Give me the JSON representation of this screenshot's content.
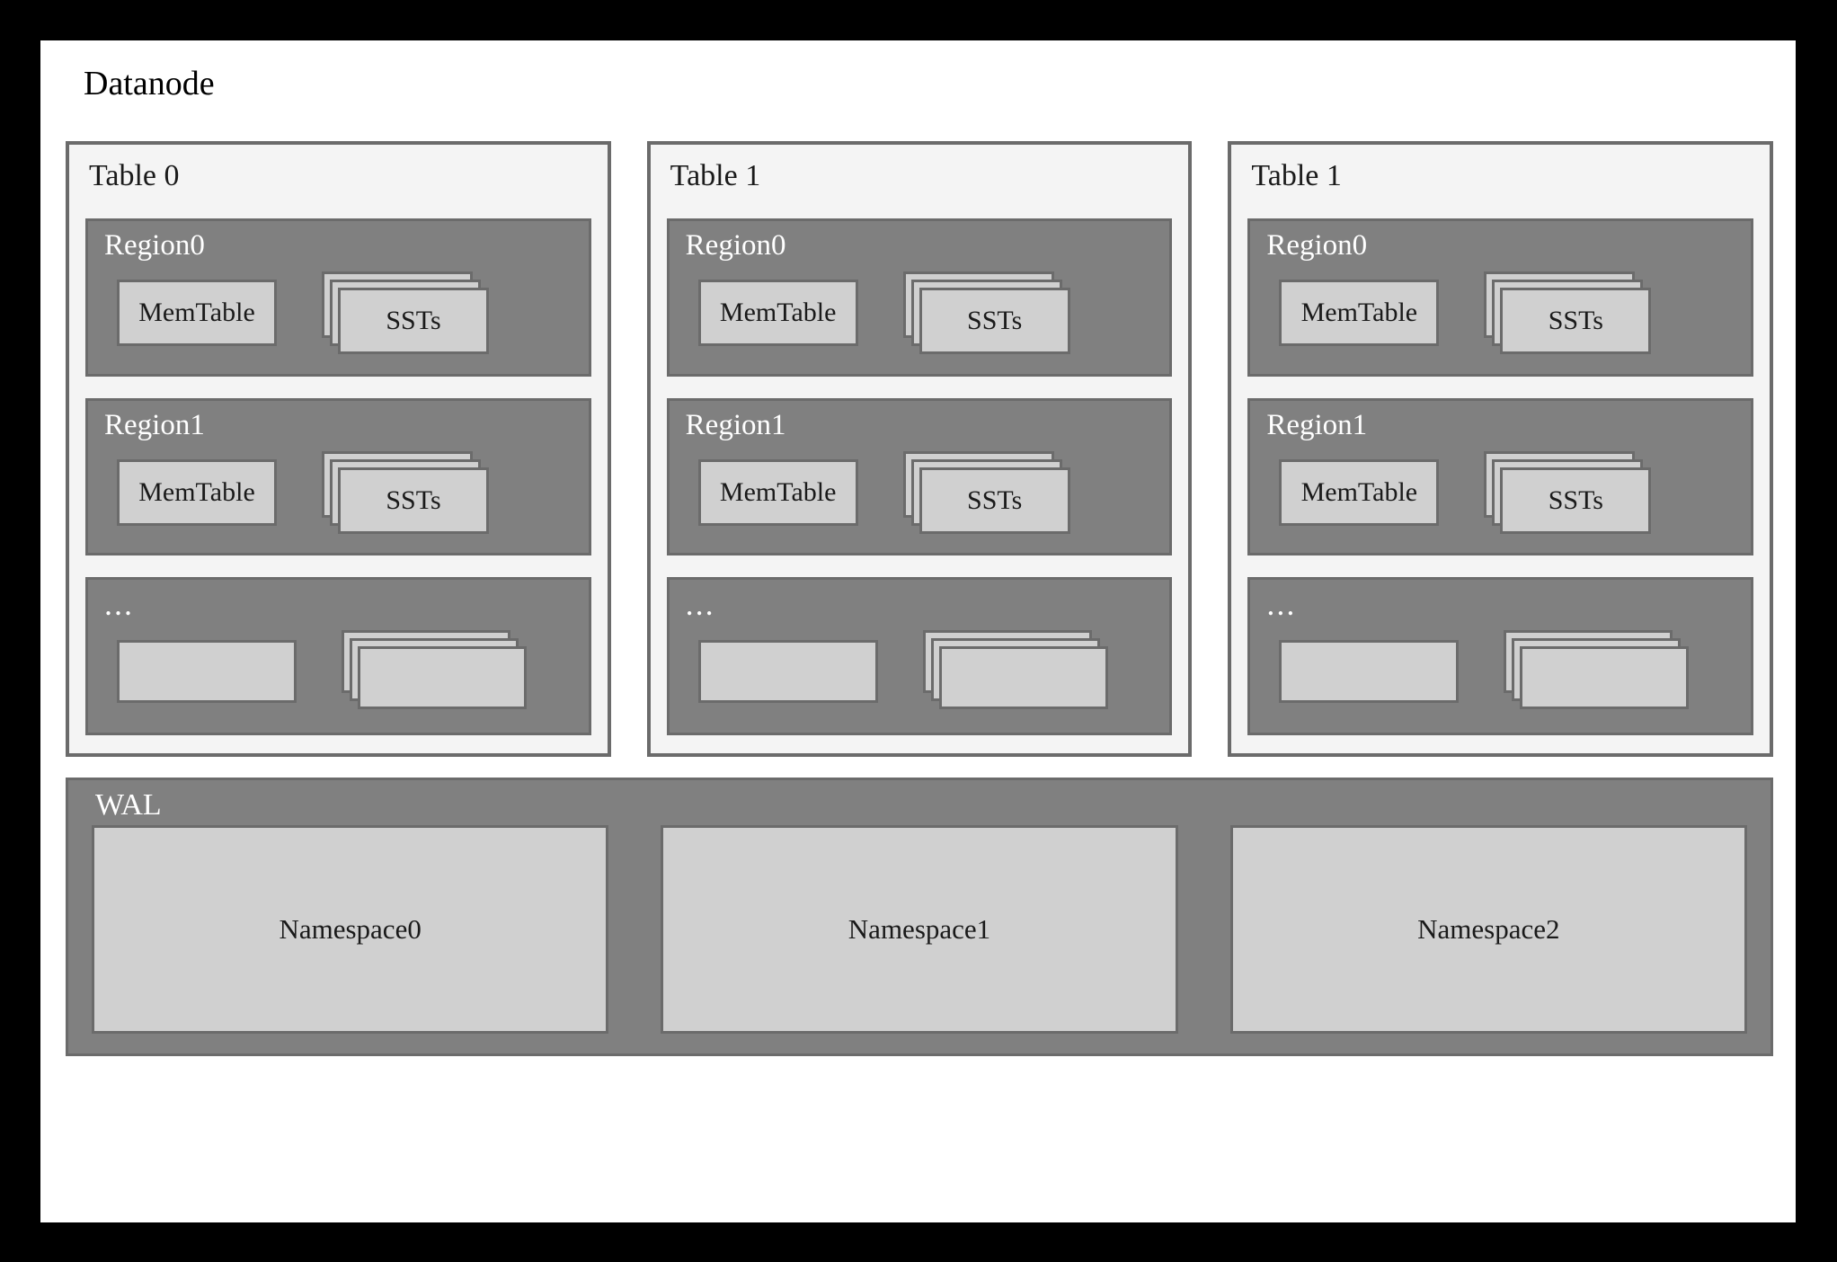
{
  "diagram": {
    "title": "Datanode",
    "colors": {
      "outer_frame": "#000000",
      "canvas": "#ffffff",
      "table_panel_bg": "#f4f4f4",
      "region_bg": "#808080",
      "box_bg": "#d0d0d0",
      "border": "#6b6b6b",
      "text_dark": "#1a1a1a",
      "text_light": "#ffffff"
    },
    "tables": [
      {
        "title": "Table 0",
        "regions": [
          {
            "label": "Region0",
            "is_ellipsis": false,
            "memtable": "MemTable",
            "sst": "SSTs",
            "sst_count": 3
          },
          {
            "label": "Region1",
            "is_ellipsis": false,
            "memtable": "MemTable",
            "sst": "SSTs",
            "sst_count": 3
          },
          {
            "label": "...",
            "is_ellipsis": true,
            "memtable": "",
            "sst": "",
            "sst_count": 3
          }
        ]
      },
      {
        "title": "Table 1",
        "regions": [
          {
            "label": "Region0",
            "is_ellipsis": false,
            "memtable": "MemTable",
            "sst": "SSTs",
            "sst_count": 3
          },
          {
            "label": "Region1",
            "is_ellipsis": false,
            "memtable": "MemTable",
            "sst": "SSTs",
            "sst_count": 3
          },
          {
            "label": "...",
            "is_ellipsis": true,
            "memtable": "",
            "sst": "",
            "sst_count": 3
          }
        ]
      },
      {
        "title": "Table 1",
        "regions": [
          {
            "label": "Region0",
            "is_ellipsis": false,
            "memtable": "MemTable",
            "sst": "SSTs",
            "sst_count": 3
          },
          {
            "label": "Region1",
            "is_ellipsis": false,
            "memtable": "MemTable",
            "sst": "SSTs",
            "sst_count": 3
          },
          {
            "label": "...",
            "is_ellipsis": true,
            "memtable": "",
            "sst": "",
            "sst_count": 3
          }
        ]
      }
    ],
    "wal": {
      "title": "WAL",
      "namespaces": [
        {
          "label": "Namespace0"
        },
        {
          "label": "Namespace1"
        },
        {
          "label": "Namespace2"
        }
      ]
    }
  }
}
